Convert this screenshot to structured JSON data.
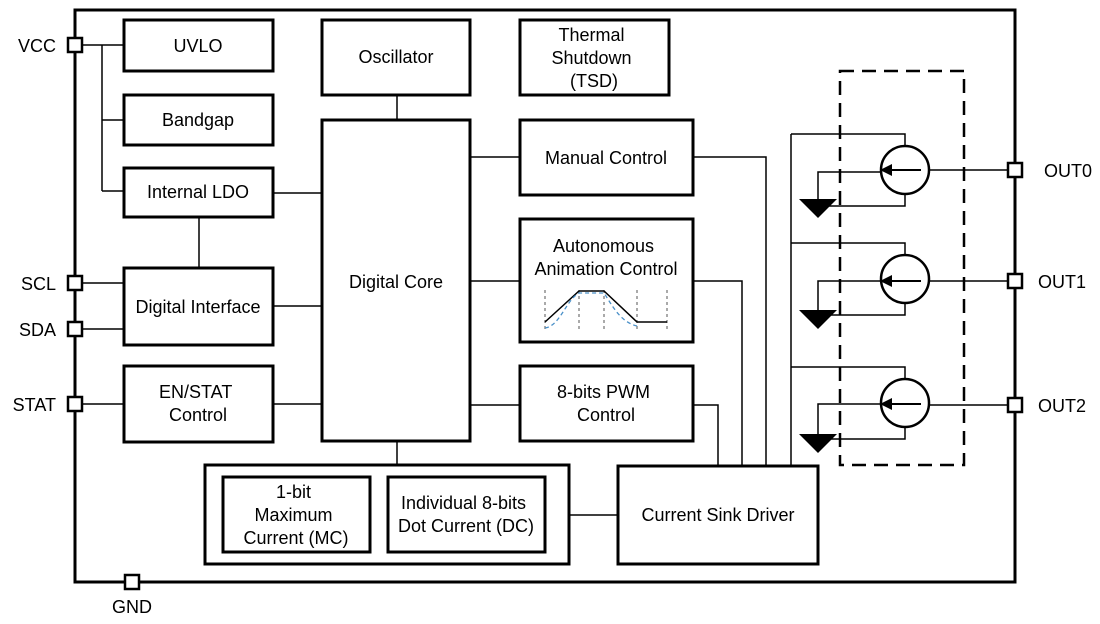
{
  "pins": {
    "vcc": "VCC",
    "scl": "SCL",
    "sda": "SDA",
    "stat": "STAT",
    "gnd": "GND",
    "out0": "OUT0",
    "out1": "OUT1",
    "out2": "OUT2"
  },
  "blocks": {
    "uvlo": [
      "UVLO"
    ],
    "bandgap": [
      "Bandgap"
    ],
    "internal_ldo": [
      "Internal LDO"
    ],
    "digital_interface": [
      "Digital Interface"
    ],
    "en_stat": [
      "EN/STAT",
      "Control"
    ],
    "oscillator": [
      "Oscillator"
    ],
    "tsd": [
      "Thermal",
      "Shutdown",
      "(TSD)"
    ],
    "digital_core": [
      "Digital Core"
    ],
    "manual_control": [
      "Manual Control"
    ],
    "animation": [
      "Autonomous",
      "Animation Control"
    ],
    "pwm": [
      "8-bits PWM",
      "Control"
    ],
    "mc": [
      "1-bit",
      "Maximum",
      "Current (MC)"
    ],
    "dc": [
      "Individual 8-bits",
      "Dot Current (DC)"
    ],
    "sink_driver": [
      "Current Sink Driver"
    ]
  },
  "colors": {
    "line": "#000000",
    "animation_curve": "#4a90c8",
    "background": "#ffffff"
  }
}
